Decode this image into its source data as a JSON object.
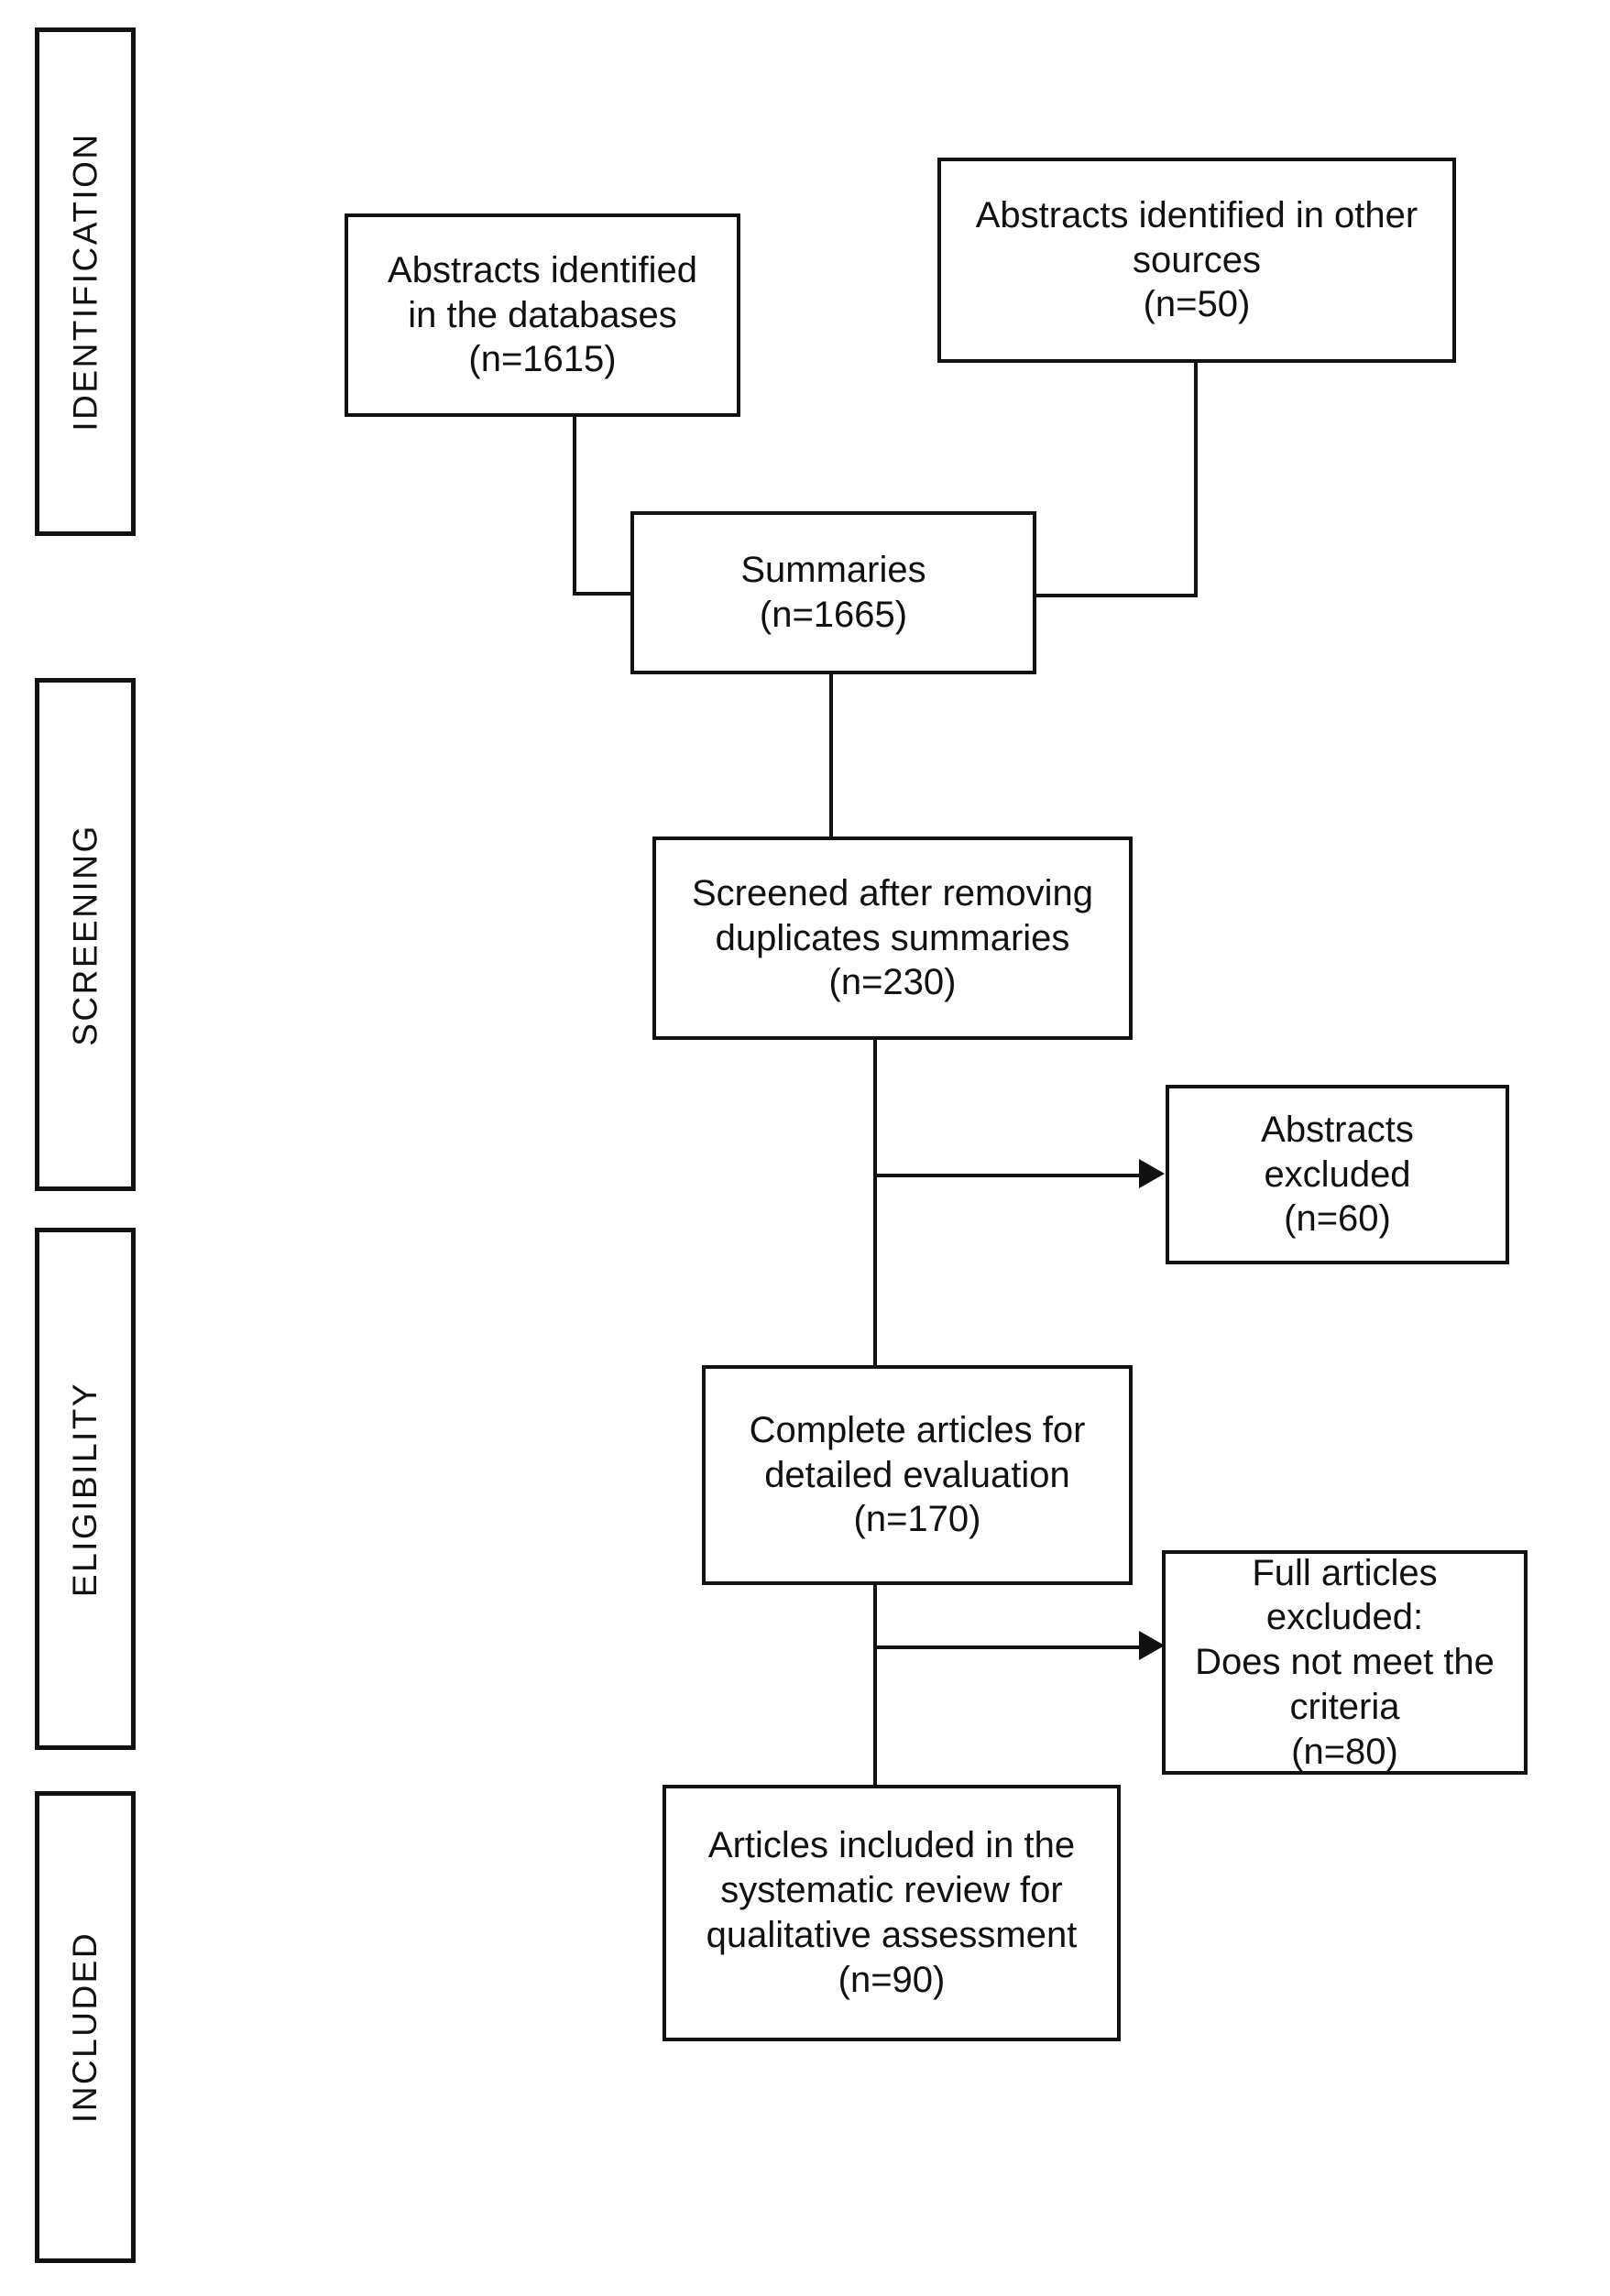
{
  "diagram": {
    "title": "PRISMA study selection flow diagram",
    "line_color": "#111111",
    "background_color": "#ffffff"
  },
  "phases": [
    {
      "id": "identification",
      "label": "IDENTIFICATION"
    },
    {
      "id": "screening",
      "label": "SCREENING"
    },
    {
      "id": "eligibility",
      "label": "ELIGIBILITY"
    },
    {
      "id": "included",
      "label": "INCLUDED"
    }
  ],
  "nodes": [
    {
      "id": "abstracts-databases",
      "text": "Abstracts identified\nin the databases\n(n=1615)",
      "count": 1615,
      "phase": "identification"
    },
    {
      "id": "abstracts-other-sources",
      "text": "Abstracts identified in other\nsources\n(n=50)",
      "count": 50,
      "phase": "identification"
    },
    {
      "id": "summaries",
      "text": "Summaries\n(n=1665)",
      "count": 1665,
      "phase": "identification"
    },
    {
      "id": "screened-after-duplicates",
      "text": "Screened after removing\nduplicates summaries\n(n=230)",
      "count": 230,
      "phase": "screening"
    },
    {
      "id": "abstracts-excluded",
      "text": "Abstracts\nexcluded\n(n=60)",
      "count": 60,
      "phase": "screening"
    },
    {
      "id": "complete-articles",
      "text": "Complete articles for\ndetailed evaluation\n(n=170)",
      "count": 170,
      "phase": "eligibility"
    },
    {
      "id": "full-articles-excluded",
      "text": "Full articles excluded:\nDoes not meet the\ncriteria\n(n=80)",
      "count": 80,
      "phase": "eligibility"
    },
    {
      "id": "articles-included",
      "text": "Articles included in the\nsystematic review for\nqualitative assessment\n(n=90)",
      "count": 90,
      "phase": "included"
    }
  ]
}
